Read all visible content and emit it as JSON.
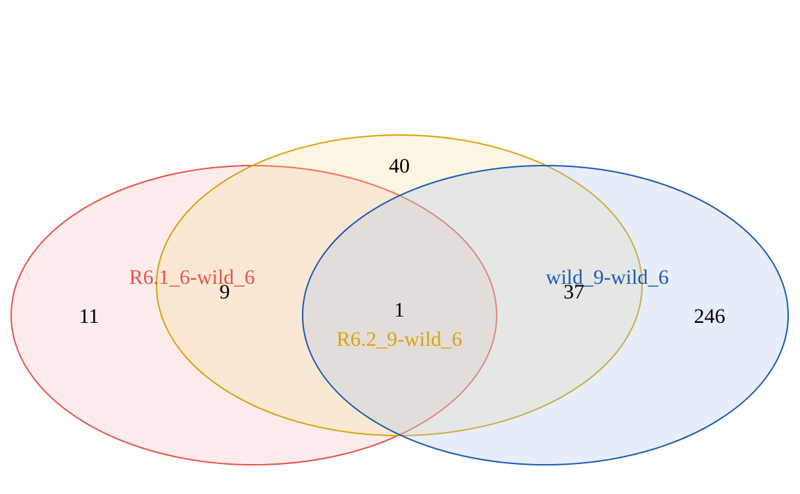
{
  "sets": [
    {
      "id": "A",
      "label": "R6.1_6-wild_6",
      "color": "#E8524A",
      "fill": "#FDECEC"
    },
    {
      "id": "B",
      "label": "R6.2_9-wild_6",
      "color": "#D9A30E",
      "fill": "#FBF1DA"
    },
    {
      "id": "C",
      "label": "wild_9-wild_6",
      "color": "#1C5BB5",
      "fill": "#E0E9F6"
    }
  ],
  "regions": {
    "only_A": "11",
    "A_and_B": "9",
    "only_B": "40",
    "A_and_B_and_C": "1",
    "B_and_C": "37",
    "only_C": "246"
  }
}
